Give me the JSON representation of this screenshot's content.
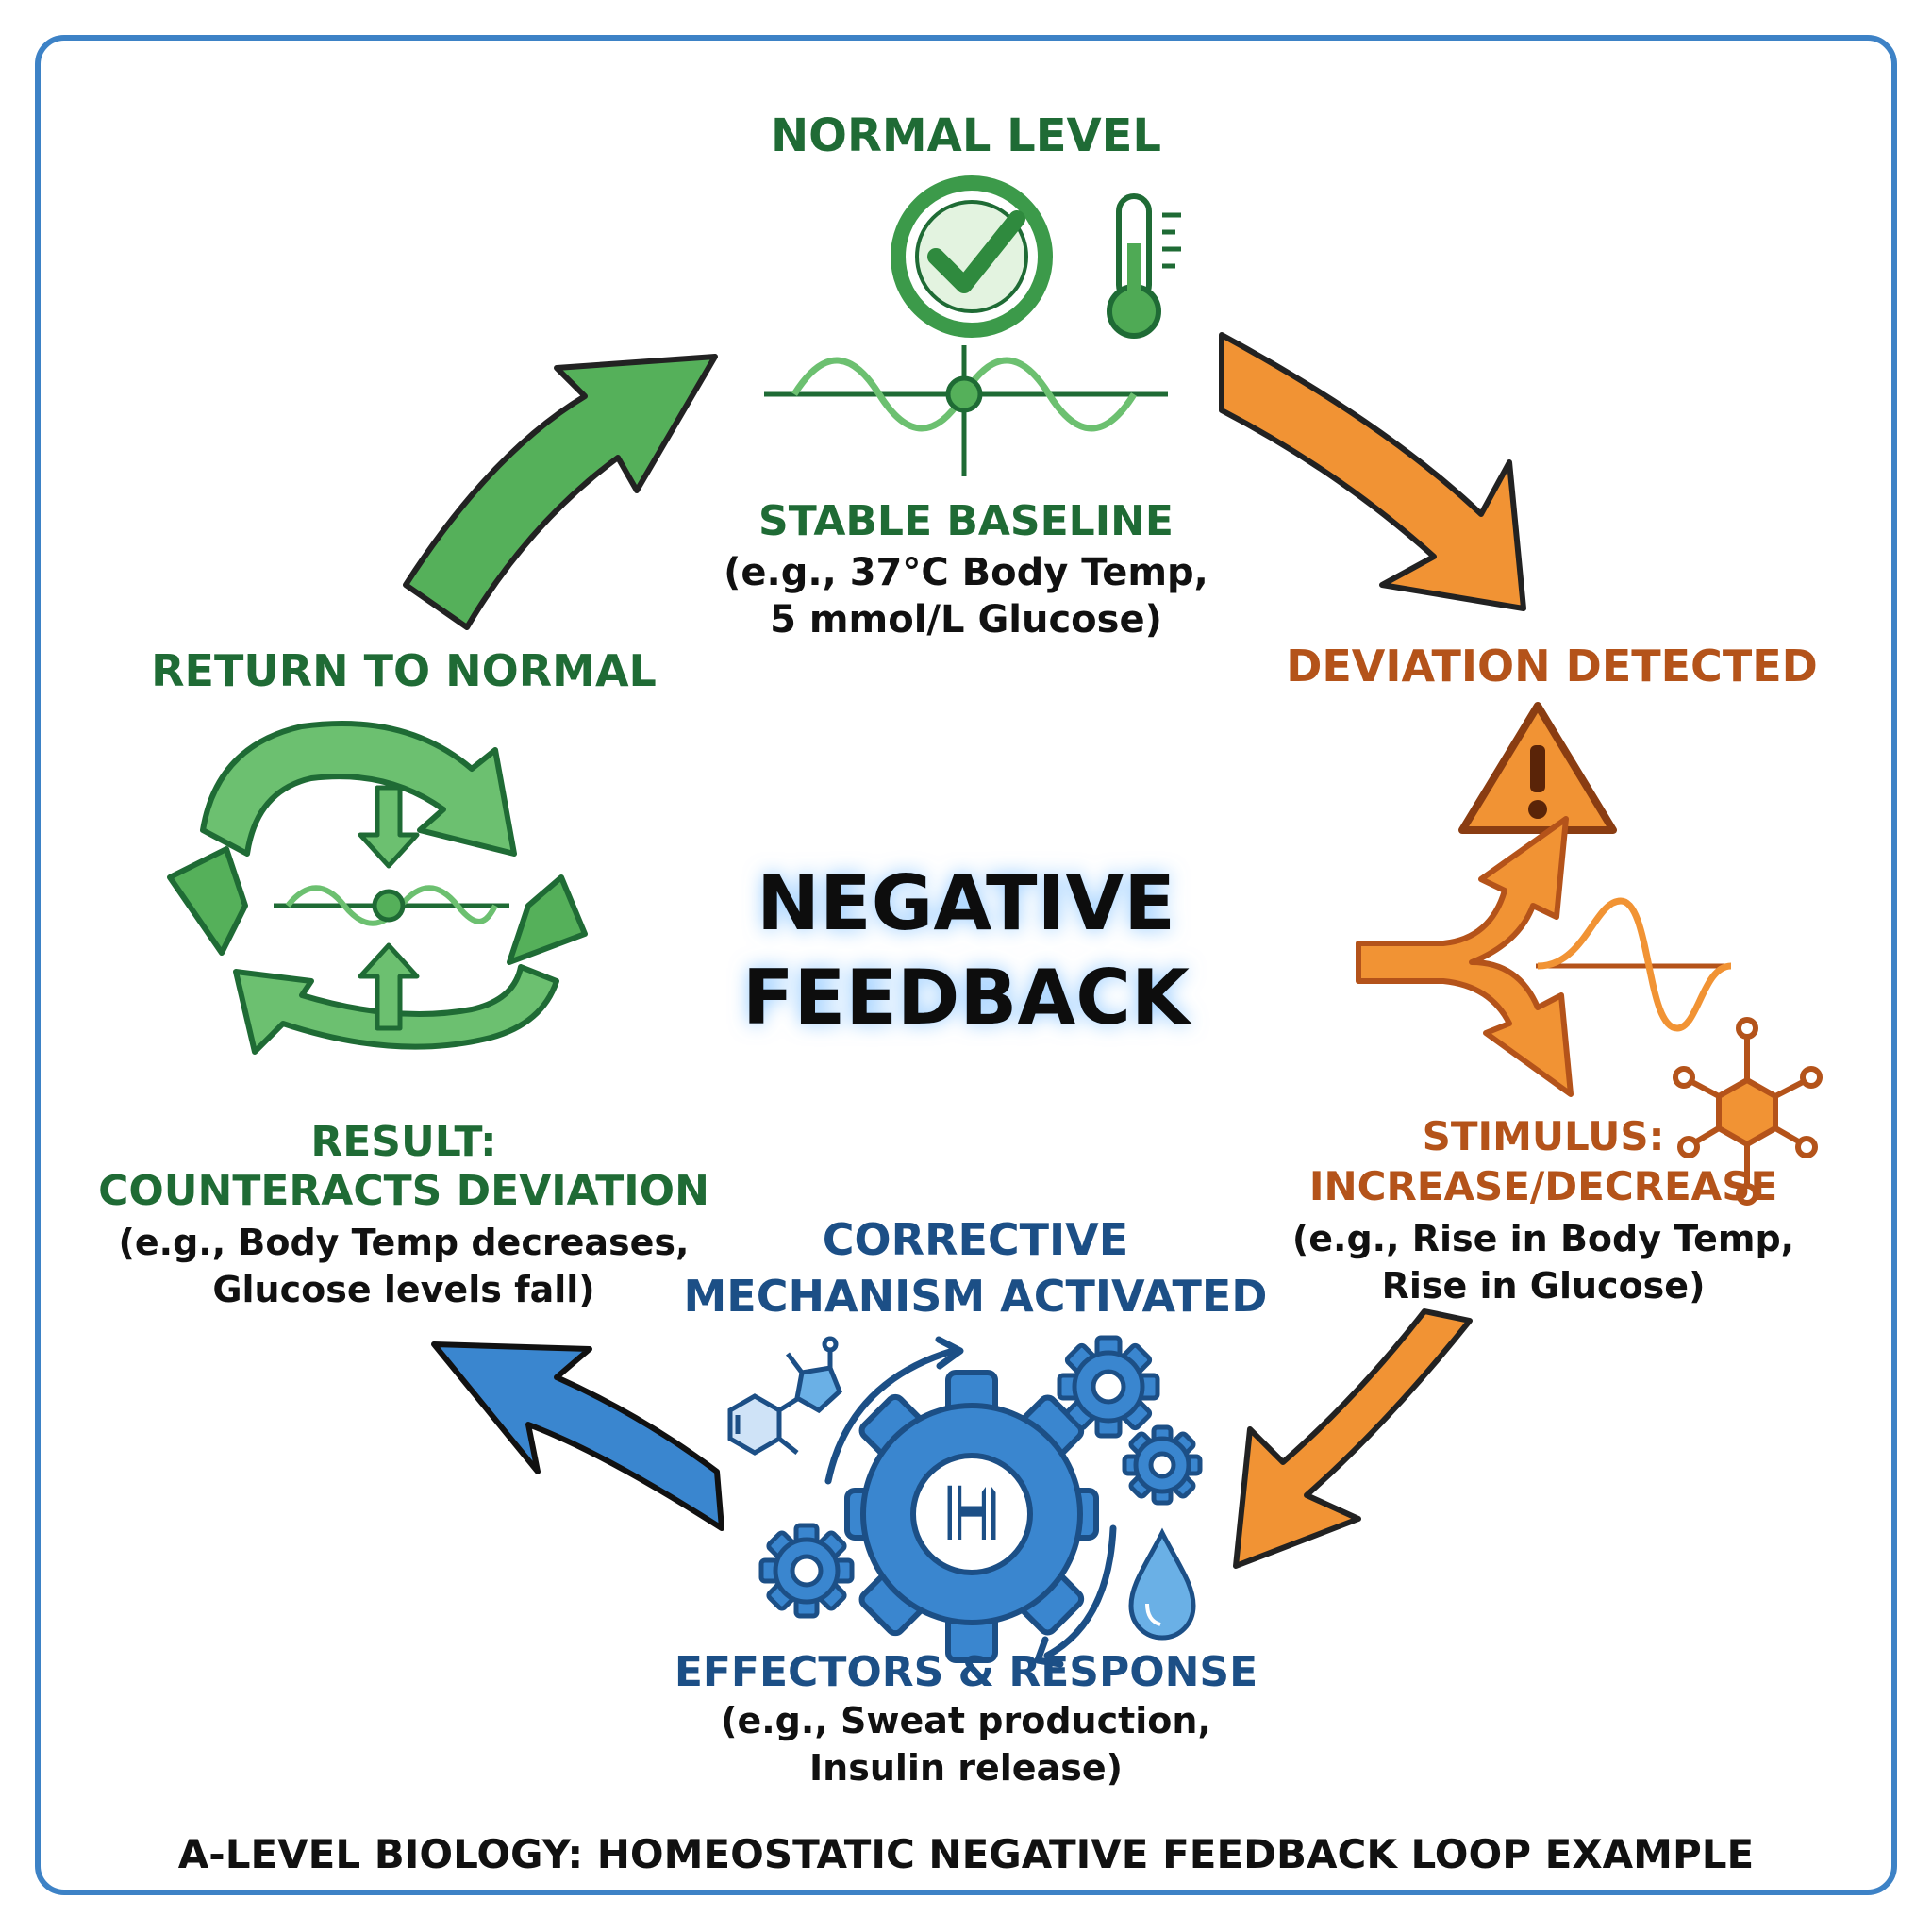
{
  "diagram": {
    "title": {
      "line1": "NEGATIVE",
      "line2": "FEEDBACK"
    },
    "footer": "A-LEVEL BIOLOGY: HOMEOSTATIC NEGATIVE FEEDBACK LOOP EXAMPLE",
    "normal_level": {
      "heading": "NORMAL LEVEL",
      "sub": "STABLE BASELINE",
      "example_line1": "(e.g., 37°C Body Temp,",
      "example_line2": "5 mmol/L Glucose)"
    },
    "deviation": {
      "heading": "DEVIATION DETECTED"
    },
    "stimulus": {
      "line1": "STIMULUS:",
      "line2": "INCREASE/DECREASE",
      "example_line1": "(e.g., Rise in Body Temp,",
      "example_line2": "Rise in Glucose)"
    },
    "corrective": {
      "line1": "CORRECTIVE",
      "line2": "MECHANISM ACTIVATED"
    },
    "effectors": {
      "heading": "EFFECTORS & RESPONSE",
      "example_line1": "(e.g., Sweat production,",
      "example_line2": "Insulin release)"
    },
    "result": {
      "line1": "RESULT:",
      "line2": "COUNTERACTS DEVIATION",
      "example_line1": "(e.g., Body Temp decreases,",
      "example_line2": "Glucose levels fall)"
    },
    "return": {
      "heading": "RETURN TO NORMAL"
    },
    "colors": {
      "green": "#1f6b35",
      "green_fill": "#55b05a",
      "orange": "#b4531a",
      "orange_fill": "#f19334",
      "blue": "#1c4f86",
      "blue_fill": "#3a86cf",
      "frame": "#3d82c6",
      "ink": "#111111"
    }
  }
}
